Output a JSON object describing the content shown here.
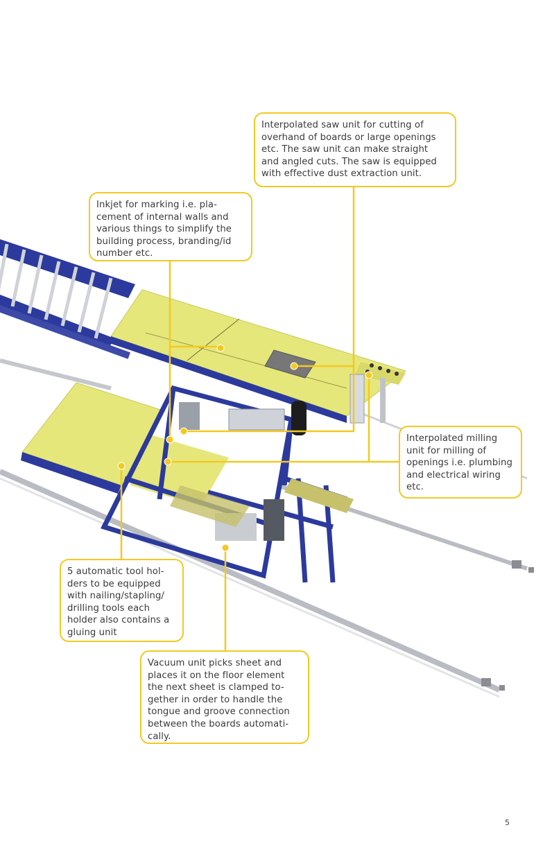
{
  "callouts": {
    "saw": "Interpolated saw unit for cutting of\noverhand of boards or large openings\netc. The saw unit can make straight\nand angled cuts. The saw is equipped\nwith effective dust extraction unit.",
    "inkjet": "Inkjet for marking i.e. pla-\ncement of internal walls and\nvarious things to simplify the\nbuilding process, branding/id\n number etc.",
    "milling": "Interpolated milling\nunit for milling of\nopenings i.e. plumbing\nand electrical wiring\netc.",
    "tool_holders": "5 automatic tool hol-\nders to be equipped\nwith nailing/stapling/\ndrilling tools each\nholder also contains a\ngluing unit",
    "vacuum": " Vacuum unit picks sheet and\nplaces it on the floor element\nthe next sheet is clamped to-\ngether in order to handle the\ntongue and groove connection\nbetween the boards automati-\n cally."
  },
  "page_number": "5",
  "colors": {
    "callout_border": "#f3c921",
    "leader_line": "#f3c921",
    "board_yellow": "#e6e77a",
    "frame_blue": "#2b3a9c",
    "rail_grey": "#b9bcc2"
  }
}
